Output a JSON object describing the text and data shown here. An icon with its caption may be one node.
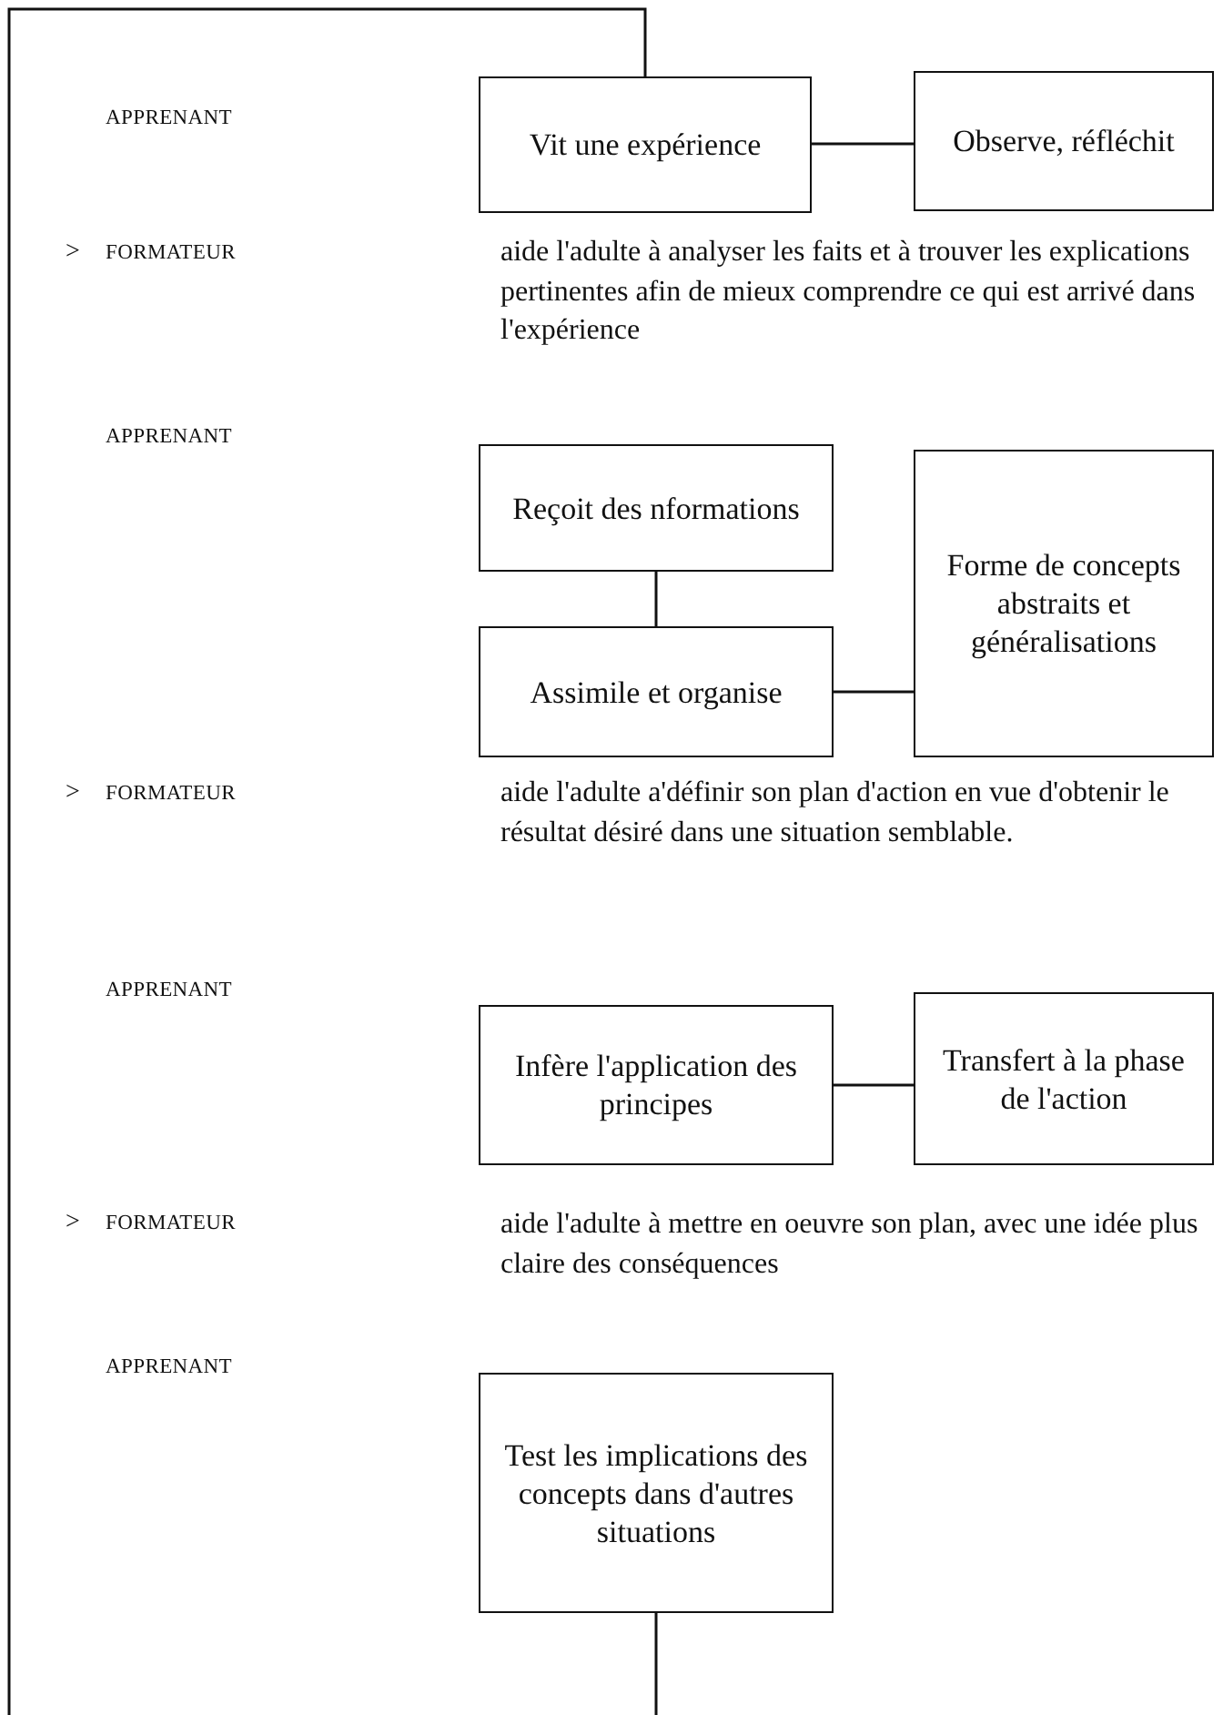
{
  "diagram": {
    "nodes": [
      {
        "text": [
          "Vit une expérience"
        ]
      },
      {
        "text": [
          "Observe, réfléchit"
        ]
      },
      {
        "text": [
          "Reçoit des nformations"
        ]
      },
      {
        "text": [
          "Forme de concepts abstraits et généralisations"
        ]
      },
      {
        "text": [
          "Assimile et organise"
        ]
      },
      {
        "text": [
          "Infère l'application des principes"
        ]
      },
      {
        "text": [
          "Transfert à la phase de l'action"
        ]
      },
      {
        "text": [
          "Test les implications des concepts dans d'autres situations"
        ]
      }
    ],
    "edges": [
      {
        "from": 0,
        "to": 1,
        "arrow": "none"
      },
      {
        "from": 2,
        "to": 4,
        "arrow": "none"
      },
      {
        "from": 4,
        "to": 3,
        "arrow": "none"
      },
      {
        "from": 5,
        "to": 6,
        "arrow": "none"
      },
      {
        "from": 7,
        "to": 0,
        "arrow": "none"
      }
    ],
    "labels": [
      "APPRENANT",
      ">",
      "FORMATEUR",
      "aide l'adulte à analyser les faits et à trouver les explications pertinentes afin de mieux comprendre ce qui est arrivé dans l'expérience",
      "APPRENANT",
      ">",
      "FORMATEUR",
      "aide l'adulte a'définir son plan d'action en vue d'obtenir le résultat désiré dans une situation semblable.",
      "APPRENANT",
      ">",
      "FORMATEUR",
      "aide l'adulte à mettre en oeuvre son plan, avec une idée plus claire des conséquences",
      "APPRENANT"
    ]
  }
}
